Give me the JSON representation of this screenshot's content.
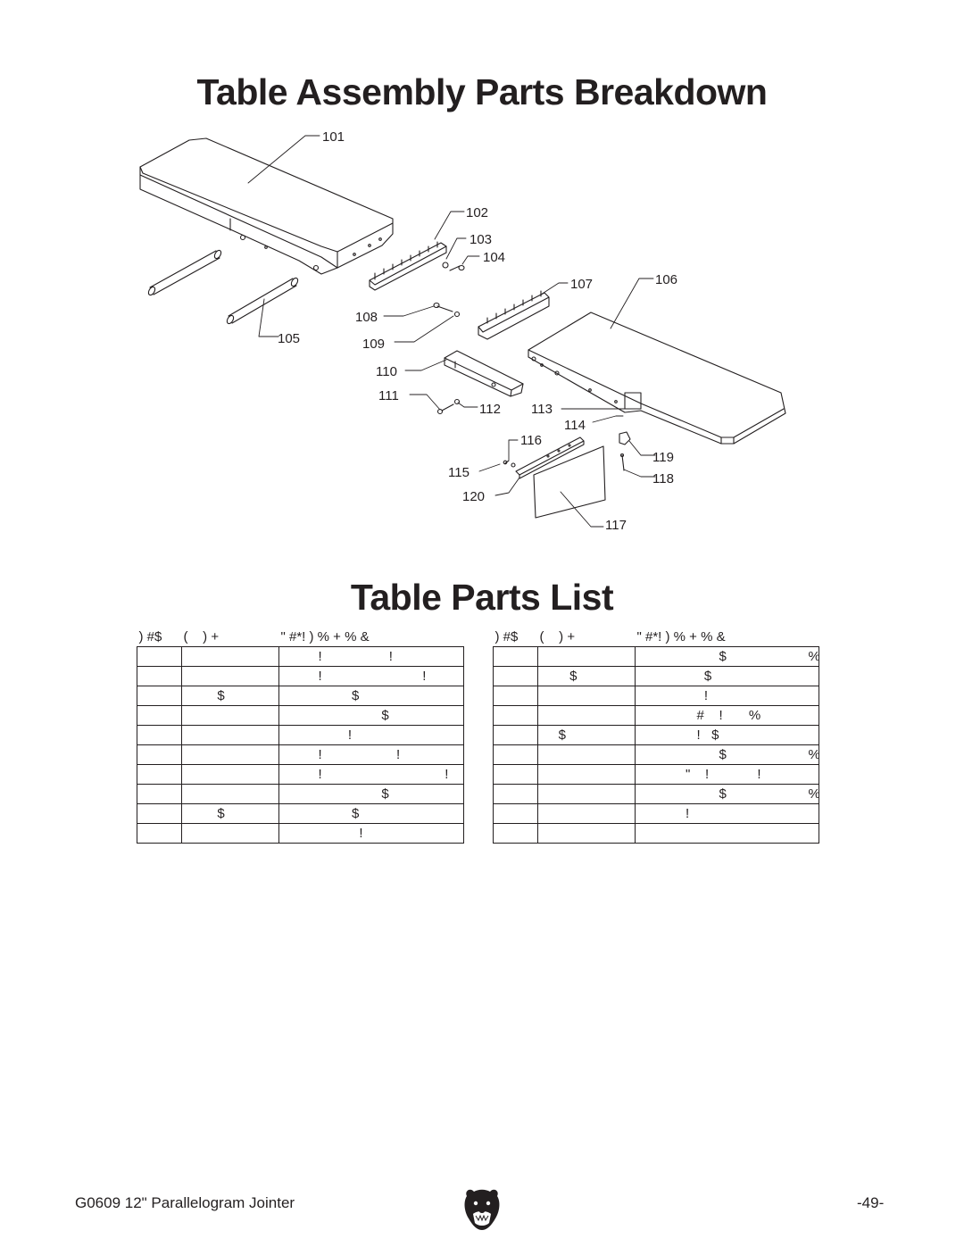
{
  "page": {
    "title_breakdown": "Table Assembly Parts Breakdown",
    "title_list": "Table Parts List",
    "footer_left": "G0609 12\" Parallelogram Jointer",
    "footer_right": "-49-"
  },
  "diagram": {
    "callouts": [
      "101",
      "102",
      "103",
      "104",
      "105",
      "106",
      "107",
      "108",
      "109",
      "110",
      "111",
      "112",
      "113",
      "114",
      "115",
      "116",
      "117",
      "118",
      "119",
      "120"
    ]
  },
  "parts_table": {
    "left": {
      "headers": [
        ") #$",
        "(    ) +",
        "\" #*! ) % + % &"
      ],
      "rows": [
        [
          "",
          "",
          "         !                  !"
        ],
        [
          "",
          "",
          "         !                           !"
        ],
        [
          "",
          "        $",
          "                  $"
        ],
        [
          "",
          "",
          "                          $                      %"
        ],
        [
          "",
          "",
          "                 !"
        ],
        [
          "",
          "",
          "         !                    !"
        ],
        [
          "",
          "",
          "         !                                 !"
        ],
        [
          "",
          "",
          "                          $                      %"
        ],
        [
          "",
          "        $",
          "                  $"
        ],
        [
          "",
          "",
          "                    !"
        ]
      ]
    },
    "right": {
      "headers": [
        ") #$",
        "(    ) +",
        "\" #*! ) % + % &"
      ],
      "rows": [
        [
          "",
          "",
          "                     $                      %"
        ],
        [
          "",
          "       $",
          "                 $"
        ],
        [
          "",
          "",
          "                 !"
        ],
        [
          "",
          "",
          "               #    !       %"
        ],
        [
          "",
          "    $",
          "               !   $"
        ],
        [
          "",
          "",
          "                     $                      %"
        ],
        [
          "",
          "",
          "            \"    !             !"
        ],
        [
          "",
          "",
          "                     $                      %"
        ],
        [
          "",
          "",
          "            !"
        ],
        [
          "",
          "",
          ""
        ]
      ]
    }
  }
}
